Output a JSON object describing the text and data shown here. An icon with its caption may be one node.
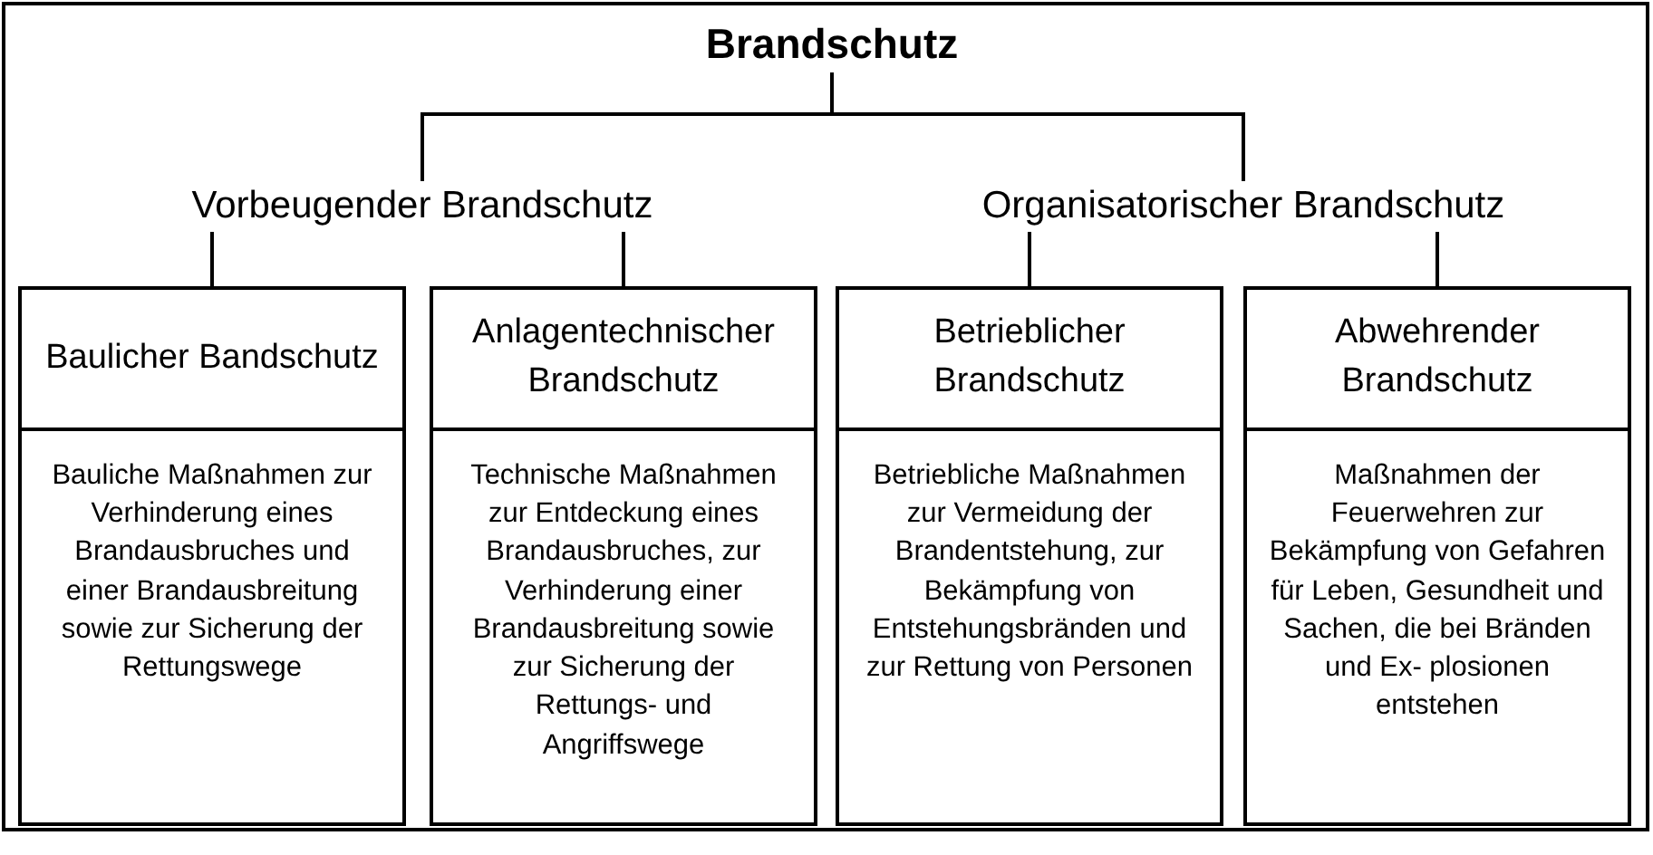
{
  "diagram": {
    "nodes": [
      {
        "text": [
          "Brandschutz"
        ]
      },
      {
        "text": [
          "Vorbeugender Brandschutz"
        ]
      },
      {
        "text": [
          "Organisatorischer Brandschutz"
        ]
      },
      {
        "text": [
          "Baulicher Bandschutz",
          "Bauliche Maßnahmen zur Verhinderung eines Brandausbruches und einer Brandausbreitung sowie zur Sicherung der Rettungswege"
        ]
      },
      {
        "text": [
          "Anlagentechnischer Brandschutz",
          "Technische Maßnahmen zur Entdeckung eines Brandausbruches, zur Verhinderung einer Brandausbreitung sowie zur Sicherung der Rettungs- und Angriffswege"
        ]
      },
      {
        "text": [
          "Betrieblicher Brandschutz",
          "Betriebliche Maßnahmen zur Vermeidung der Brandentstehung, zur Bekämpfung von Entstehungsbränden und zur Rettung von Personen"
        ]
      },
      {
        "text": [
          "Abwehrender Brandschutz",
          "Maßnahmen der Feuerwehren zur Bekämpfung von Gefahren für Leben, Gesundheit und Sachen, die bei Bränden und Ex- plosionen entstehen"
        ]
      }
    ],
    "edges": [
      {
        "from": 0,
        "to": 1,
        "arrow": "none"
      },
      {
        "from": 0,
        "to": 2,
        "arrow": "none"
      },
      {
        "from": 1,
        "to": 3,
        "arrow": "none"
      },
      {
        "from": 1,
        "to": 4,
        "arrow": "none"
      },
      {
        "from": 2,
        "to": 5,
        "arrow": "none"
      },
      {
        "from": 2,
        "to": 6,
        "arrow": "none"
      }
    ]
  }
}
